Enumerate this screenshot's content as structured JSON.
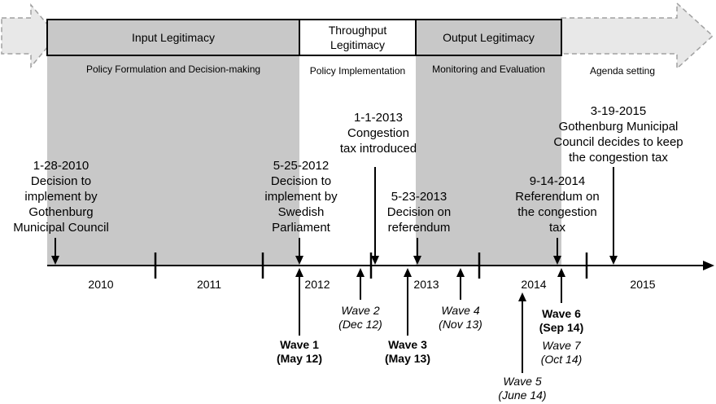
{
  "phases": [
    {
      "name": "Input Legitimacy",
      "sub": "Policy Formulation and Decision-making"
    },
    {
      "name": "Throughput\nLegitimacy",
      "sub": "Policy Implementation"
    },
    {
      "name": "Output Legitimacy",
      "sub": "Monitoring and Evaluation"
    },
    {
      "name": "",
      "sub": "Agenda setting"
    }
  ],
  "events": [
    {
      "text": "1-28-2010\nDecision to\nimplement by\nGothenburg\nMunicipal Council"
    },
    {
      "text": "5-25-2012\nDecision to\nimplement by\nSwedish\nParliament"
    },
    {
      "text": "1-1-2013\nCongestion\ntax introduced"
    },
    {
      "text": "5-23-2013\nDecision on\nreferendum"
    },
    {
      "text": "9-14-2014\nReferendum on\nthe congestion\ntax"
    },
    {
      "text": "3-19-2015\nGothenburg Municipal\nCouncil decides to keep\nthe congestion tax"
    }
  ],
  "years": [
    "2010",
    "2011",
    "2012",
    "2013",
    "2014",
    "2015"
  ],
  "waves": [
    {
      "label": "Wave 1",
      "date": "(May 12)",
      "style": "bold"
    },
    {
      "label": "Wave 2",
      "date": "(Dec 12)",
      "style": "italic"
    },
    {
      "label": "Wave 3",
      "date": "(May 13)",
      "style": "bold"
    },
    {
      "label": "Wave 4",
      "date": "(Nov 13)",
      "style": "italic"
    },
    {
      "label": "Wave 5",
      "date": "(June 14)",
      "style": "italic"
    },
    {
      "label": "Wave 6",
      "date": "(Sep 14)",
      "style": "bold"
    },
    {
      "label": "Wave 7",
      "date": "(Oct 14)",
      "style": "italic"
    }
  ],
  "colors": {
    "shade": "#c8c8c8",
    "arrow_fill": "#e8e8e8",
    "arrow_stroke": "#a0a0a0",
    "line": "#000000"
  }
}
